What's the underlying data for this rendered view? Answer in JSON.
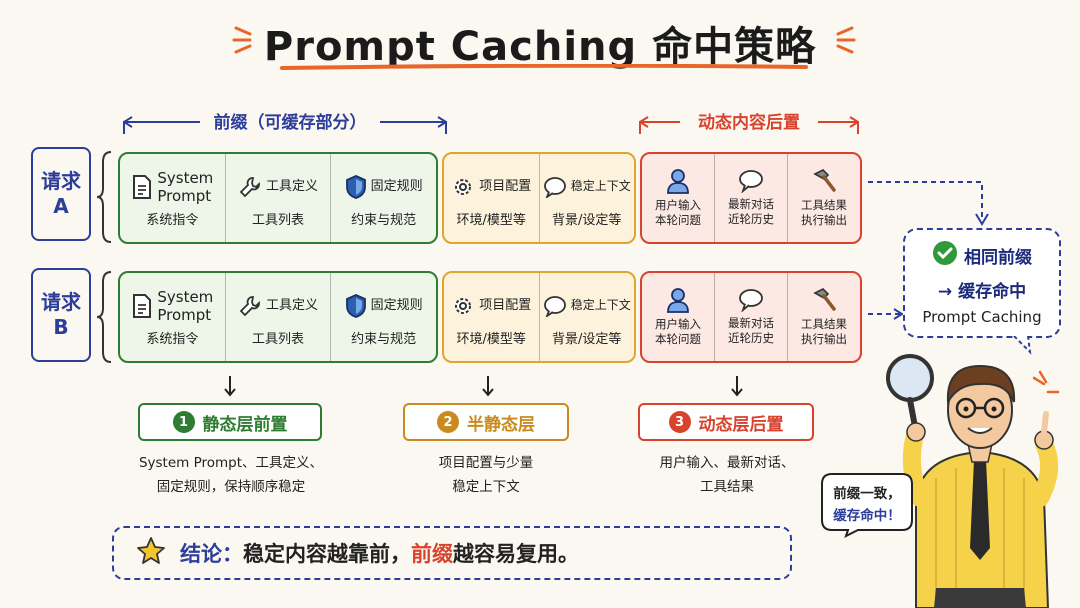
{
  "title": "Prompt Caching 命中策略",
  "brackets": {
    "prefix": "前缀（可缓存部分）",
    "dynamic": "动态内容后置"
  },
  "requests": [
    {
      "label_line1": "请求",
      "label_line2": "A"
    },
    {
      "label_line1": "请求",
      "label_line2": "B"
    }
  ],
  "cells": {
    "system": {
      "title1": "System",
      "title2": "Prompt",
      "sub": "系统指令",
      "icon": "document-icon"
    },
    "tools": {
      "title": "工具定义",
      "sub": "工具列表",
      "icon": "wrench-icon"
    },
    "rules": {
      "title": "固定规则",
      "sub": "约束与规范",
      "icon": "shield-icon"
    },
    "project": {
      "title": "项目配置",
      "sub": "环境/模型等",
      "icon": "gear-icon"
    },
    "context": {
      "title": "稳定上下文",
      "sub": "背景/设定等",
      "icon": "chat-bubble-icon"
    },
    "user_input": {
      "title": "用户输入",
      "sub": "本轮问题",
      "icon": "user-icon"
    },
    "latest_chat": {
      "title": "最新对话",
      "sub": "近轮历史",
      "icon": "chat-bubble-icon"
    },
    "tool_result": {
      "title": "工具结果",
      "sub": "执行输出",
      "icon": "hammer-icon"
    }
  },
  "layers": [
    {
      "num": "1",
      "label": "静态层前置",
      "desc_line1": "System Prompt、工具定义、",
      "desc_line2": "固定规则，保持顺序稳定",
      "color": "#2f7d33"
    },
    {
      "num": "2",
      "label": "半静态层",
      "desc_line1": "项目配置与少量",
      "desc_line2": "稳定上下文",
      "color": "#c98a1e"
    },
    {
      "num": "3",
      "label": "动态层后置",
      "desc_line1": "用户输入、最新对话、",
      "desc_line2": "工具结果",
      "color": "#d8432e"
    }
  ],
  "callout": {
    "line1": "相同前缀",
    "line2": "→ 缓存命中",
    "line3": "Prompt Caching"
  },
  "speech": {
    "line1": "前缀一致，",
    "line2": "缓存命中！"
  },
  "conclusion": {
    "label": "结论：",
    "text_a": "稳定内容越靠前，",
    "highlight": "前缀",
    "text_b": "越容易复用。"
  },
  "colors": {
    "blue": "#2d3d9a",
    "green": "#2f7d33",
    "orange": "#e2a42b",
    "red": "#d8432e"
  }
}
